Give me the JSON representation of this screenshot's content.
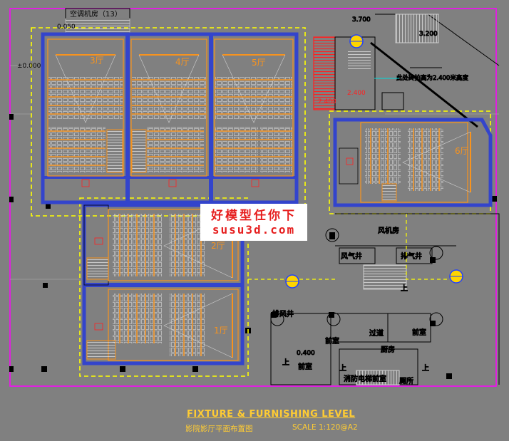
{
  "labels": {
    "aircon_room": "空调机房（13）",
    "elev_050": "0.050",
    "elev_000": "±0.000",
    "elev_3700": "3.700",
    "elev_3200": "3.200",
    "elev_2400a": "2.400",
    "elev_2400b": "2.400",
    "elev_0400": "0.400",
    "note_blue": "此处砖拍高为2.400米高度",
    "hall1": "1厅",
    "hall2": "2厅",
    "hall3": "3厅",
    "hall4": "4厅",
    "hall5": "5厅",
    "hall6": "6厅",
    "fan_room": "风机房",
    "shaft_left": "风气井",
    "shaft_right": "排气井",
    "fire_room": "排风井",
    "corridor": "过道",
    "anteroom1": "前室",
    "anteroom2": "前室",
    "anteroom3": "前室",
    "kitchen": "厨房",
    "stair_up1": "上",
    "stair_up2": "上",
    "stair_up3": "上",
    "stair_up4": "上",
    "fire_elevator": "消防电梯前室",
    "lobby_bottom": "厕所"
  },
  "title": {
    "main": "FIXTURE & FURNISHING LEVEL",
    "sub": "影院影厅平面布置图",
    "scale": "SCALE  1:120@A2"
  },
  "watermark": {
    "line1": "好模型任你下",
    "line2": "susu3d.com"
  },
  "colors": {
    "background": "#808080",
    "wall": "#3344cc",
    "seats": "#f7931e",
    "dashed_zone": "#ffff00",
    "frame": "#ff00ff",
    "stair_red": "#ff2020",
    "title": "#ffcc33"
  },
  "icons": [
    "section-marker-icon",
    "north-arrow-icon"
  ]
}
